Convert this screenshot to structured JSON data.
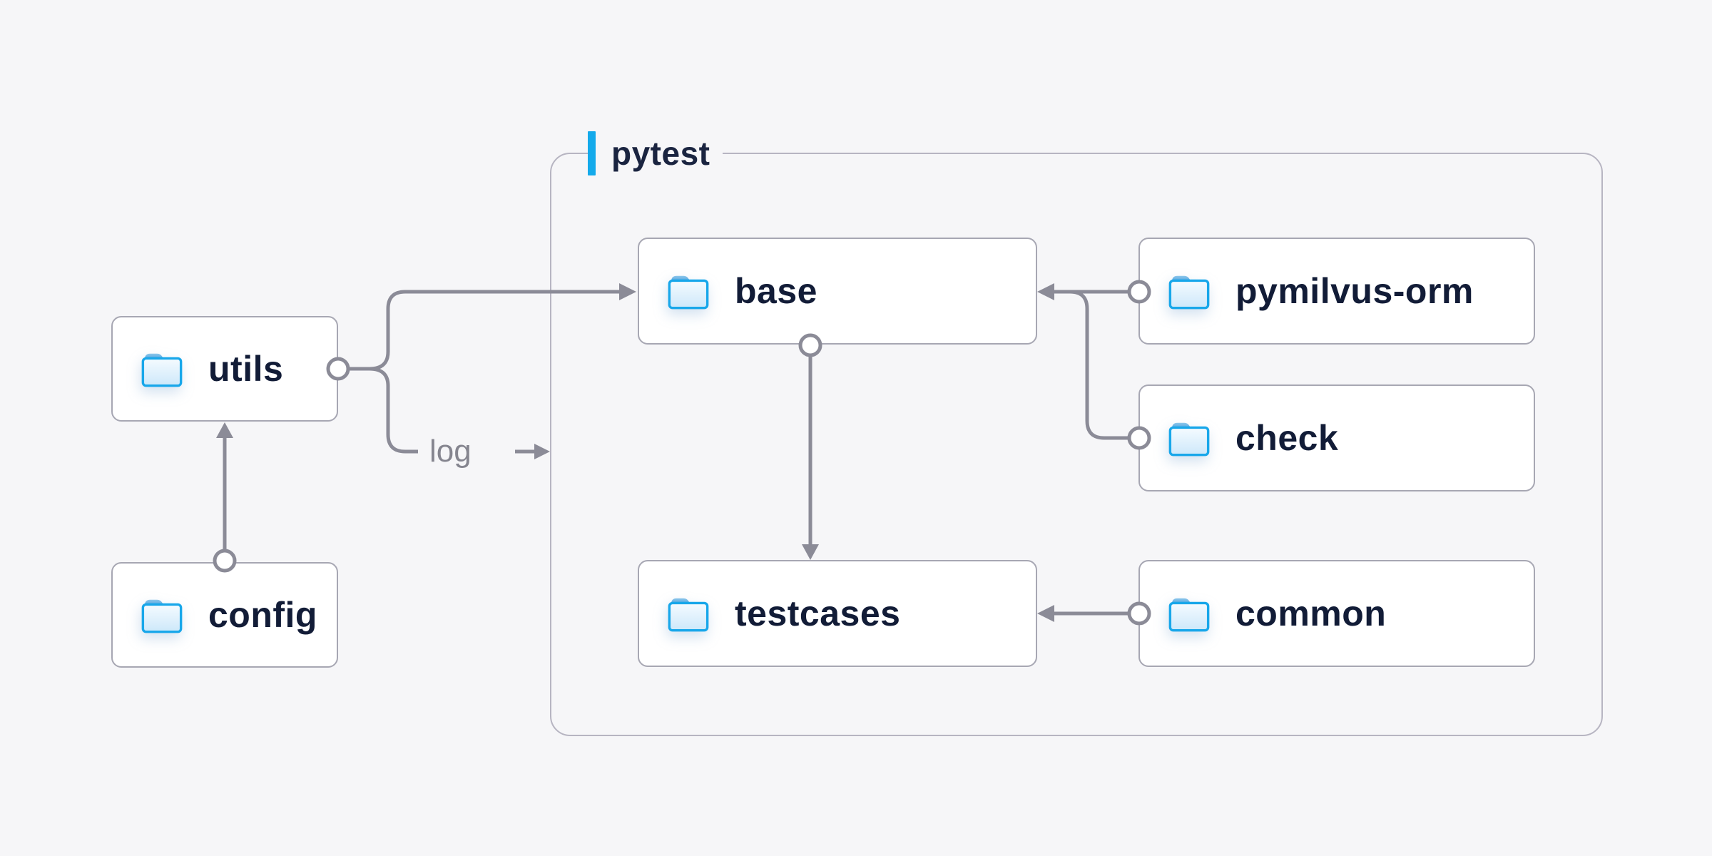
{
  "diagram": {
    "group_label": "pytest",
    "edge_label": "log",
    "nodes": {
      "utils": {
        "label": "utils",
        "icon": "folder-icon"
      },
      "config": {
        "label": "config",
        "icon": "folder-icon"
      },
      "base": {
        "label": "base",
        "icon": "folder-icon"
      },
      "testcases": {
        "label": "testcases",
        "icon": "folder-icon"
      },
      "pymilvus-orm": {
        "label": "pymilvus-orm",
        "icon": "folder-icon"
      },
      "check": {
        "label": "check",
        "icon": "folder-icon"
      },
      "common": {
        "label": "common",
        "icon": "folder-icon"
      }
    },
    "edges": [
      {
        "from": "utils",
        "to": "base"
      },
      {
        "from": "utils",
        "to": "pytest-group",
        "label": "log"
      },
      {
        "from": "config",
        "to": "utils"
      },
      {
        "from": "base",
        "to": "testcases"
      },
      {
        "from": "pymilvus-orm",
        "to": "base"
      },
      {
        "from": "check",
        "to": "base"
      },
      {
        "from": "common",
        "to": "testcases"
      }
    ],
    "colors": {
      "background": "#f6f6f8",
      "node_background": "#ffffff",
      "node_border": "#a7a7b3",
      "group_border": "#b7b5c2",
      "edge": "#8b8b97",
      "node_text": "#121c37",
      "edge_label_text": "#85858f",
      "accent_blue": "#14aaeb",
      "folder_stroke": "#18a7ea"
    }
  }
}
